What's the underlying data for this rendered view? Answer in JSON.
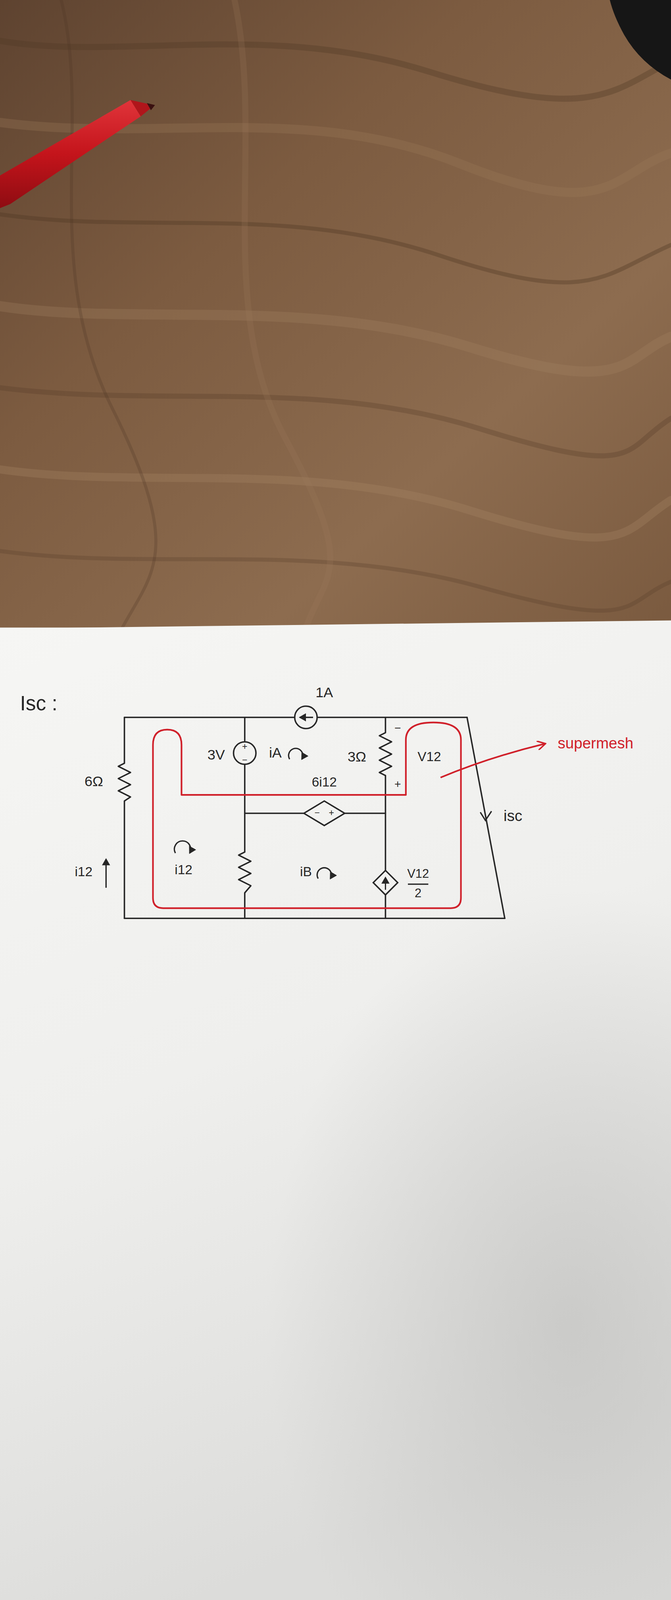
{
  "diagram": {
    "title": "Isc :",
    "labels": [
      "1A",
      "+",
      "−",
      "3V",
      "iA",
      "3Ω",
      "−",
      "V12",
      "+",
      "supermesh",
      "6Ω",
      "6i12",
      "−",
      "+",
      "isc",
      "i12",
      "i12",
      "iB",
      "V12",
      "2"
    ]
  }
}
